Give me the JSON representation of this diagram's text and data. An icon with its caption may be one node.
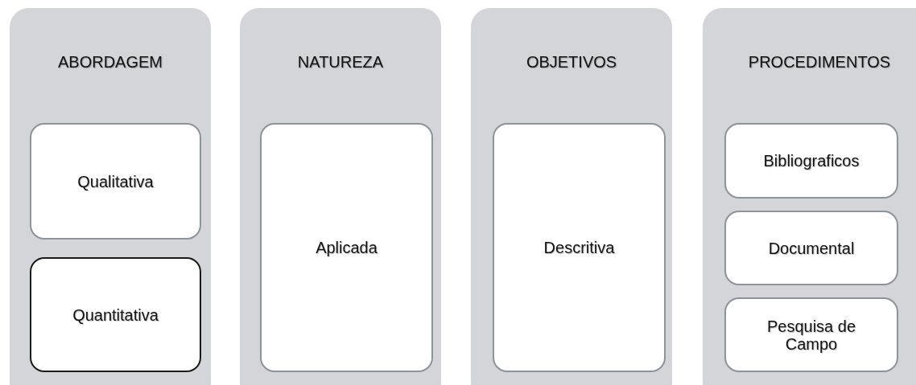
{
  "diagram": {
    "nodes": [
      {
        "text": [
          "ABORDAGEM"
        ]
      },
      {
        "text": [
          "Qualitativa"
        ],
        "in": 0
      },
      {
        "text": [
          "Quantitativa"
        ],
        "in": 0
      },
      {
        "text": [
          "NATUREZA"
        ]
      },
      {
        "text": [
          "Aplicada"
        ],
        "in": 3
      },
      {
        "text": [
          "OBJETIVOS"
        ]
      },
      {
        "text": [
          "Descritiva"
        ],
        "in": 5
      },
      {
        "text": [
          "PROCEDIMENTOS"
        ]
      },
      {
        "text": [
          "Bibliograficos"
        ],
        "in": 7
      },
      {
        "text": [
          "Documental"
        ],
        "in": 7
      },
      {
        "text": [
          "Pesquisa de Campo"
        ],
        "in": 7
      }
    ]
  }
}
